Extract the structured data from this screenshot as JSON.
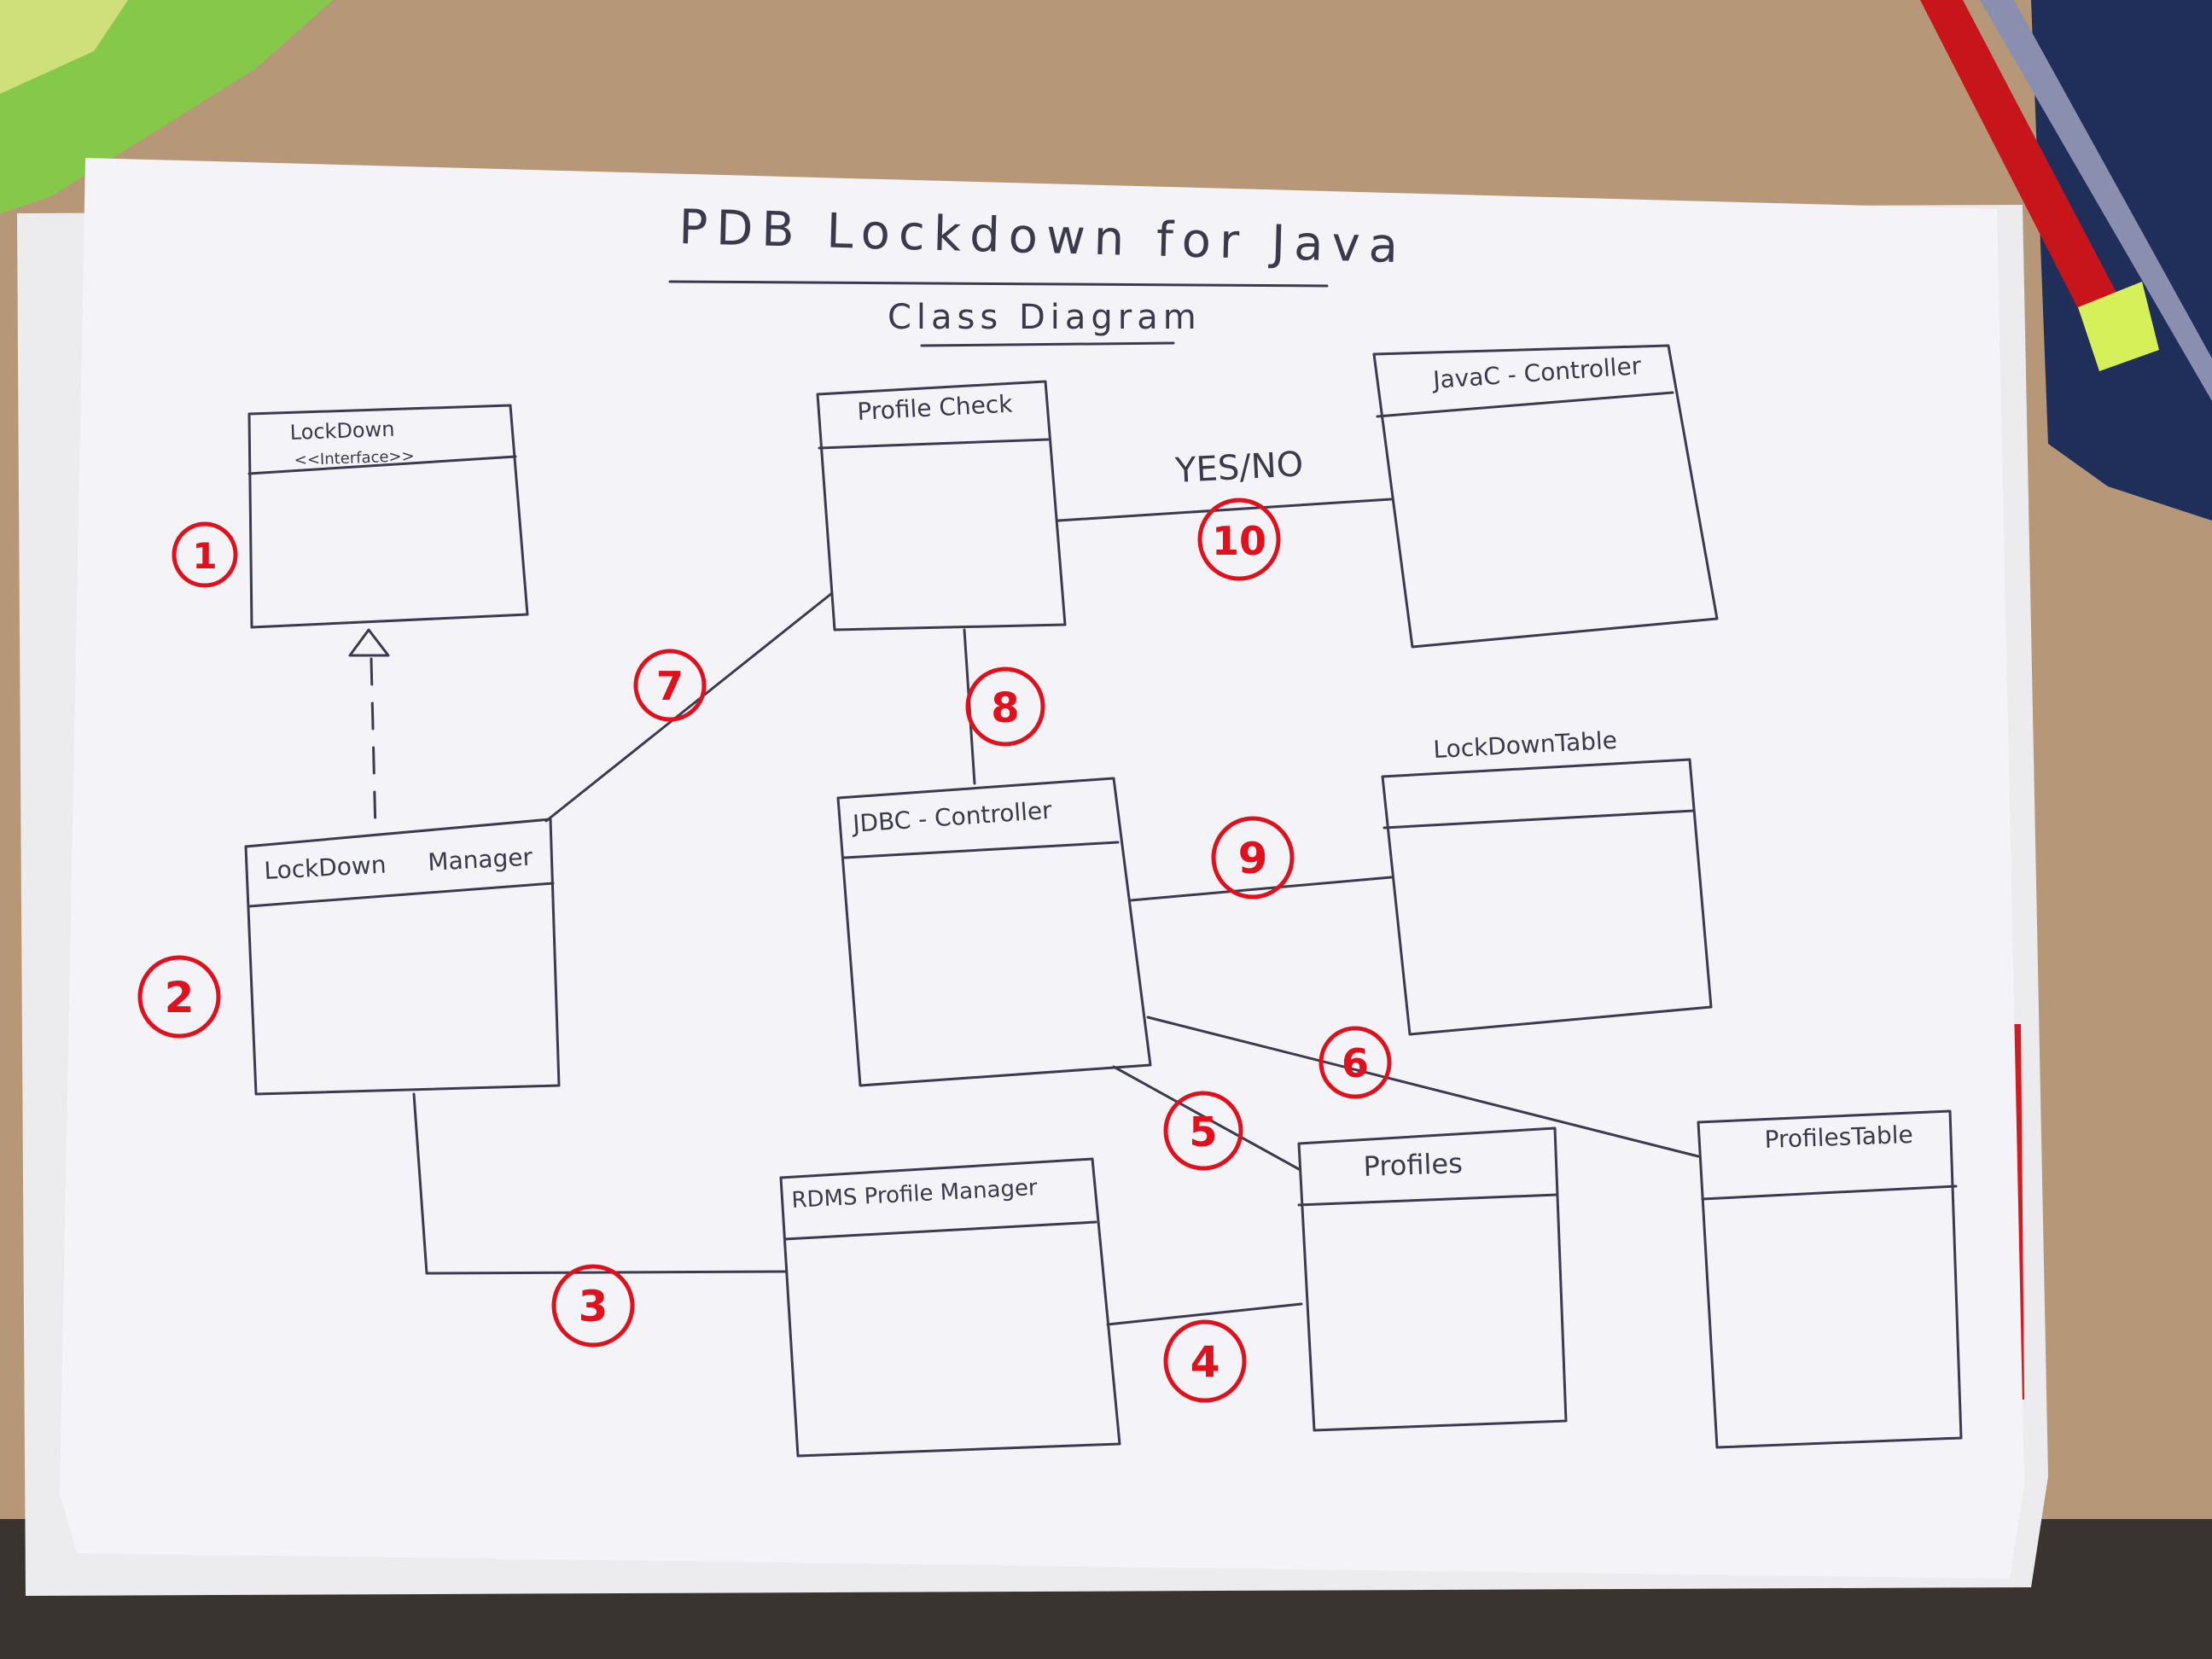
{
  "diagram": {
    "title": "PDB Lockdown for Java",
    "subtitle": "Class Diagram",
    "classes": [
      {
        "id": "lockdown",
        "name": "LockDown",
        "stereotype": "<<Interface>>"
      },
      {
        "id": "lockdown-manager",
        "name": "LockDown Manager"
      },
      {
        "id": "profile-check",
        "name": "Profile Check"
      },
      {
        "id": "javac-controller",
        "name": "JavaC - Controller"
      },
      {
        "id": "jdbc-controller",
        "name": "JDBC - Controller"
      },
      {
        "id": "lockdown-table",
        "name": "LockDownTable"
      },
      {
        "id": "rdms-profile-manager",
        "name": "RDMS Profile Manager"
      },
      {
        "id": "profiles",
        "name": "Profiles"
      },
      {
        "id": "profiles-table",
        "name": "ProfilesTable"
      }
    ],
    "labels": {
      "yes_no": "YES/NO"
    },
    "markers": [
      "1",
      "2",
      "3",
      "4",
      "5",
      "6",
      "7",
      "8",
      "9",
      "10"
    ]
  }
}
